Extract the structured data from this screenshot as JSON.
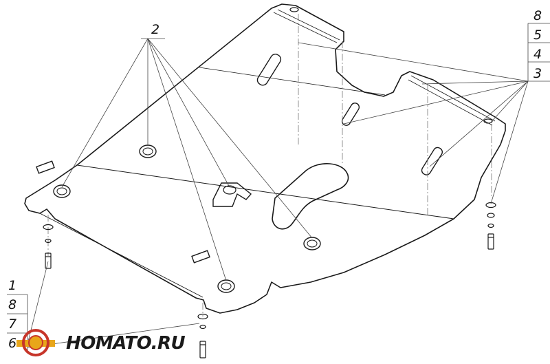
{
  "callouts": {
    "top": "2",
    "right": [
      "8",
      "5",
      "4",
      "3"
    ],
    "left": [
      "1",
      "8",
      "7",
      "6"
    ]
  },
  "logo": {
    "text": "HOMATO.RU",
    "colors": {
      "ring": "#c7352a",
      "fill": "#e8a61a"
    }
  },
  "colors": {
    "line": "#1a1a1a",
    "leader": "#444444",
    "center": "#777777"
  }
}
